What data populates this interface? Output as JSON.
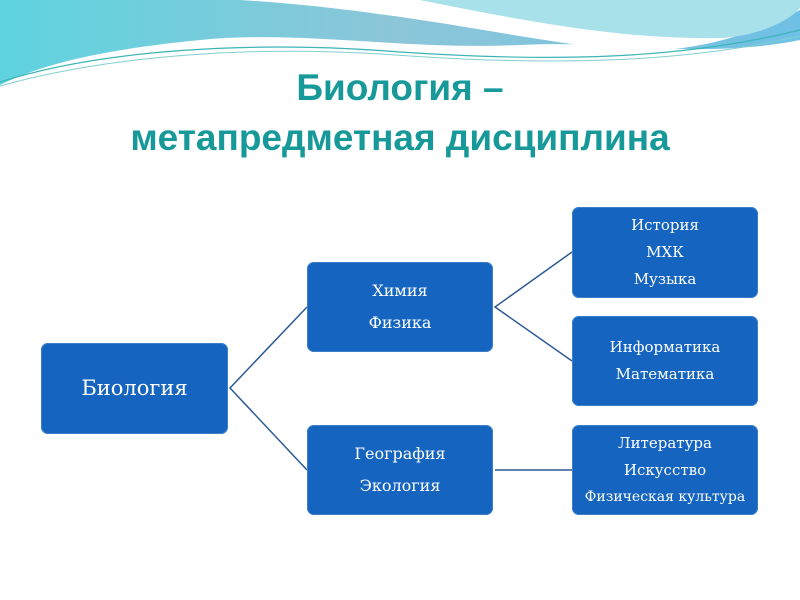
{
  "title": {
    "line1": "Биология –",
    "line2": "метапредметная дисциплина"
  },
  "colors": {
    "accent": "#17999a",
    "box": "#1565c0",
    "connector": "#2b5a96"
  },
  "diagram": {
    "root": {
      "label": "Биология"
    },
    "level1": [
      {
        "lines": [
          "Химия",
          "Физика"
        ]
      },
      {
        "lines": [
          "География",
          "Экология"
        ]
      }
    ],
    "level2": [
      {
        "lines": [
          "История",
          "МХК",
          "Музыка"
        ]
      },
      {
        "lines": [
          "Информатика",
          "Математика"
        ]
      },
      {
        "lines": [
          "Литература",
          "Искусство",
          "Физическая культура"
        ]
      }
    ]
  }
}
